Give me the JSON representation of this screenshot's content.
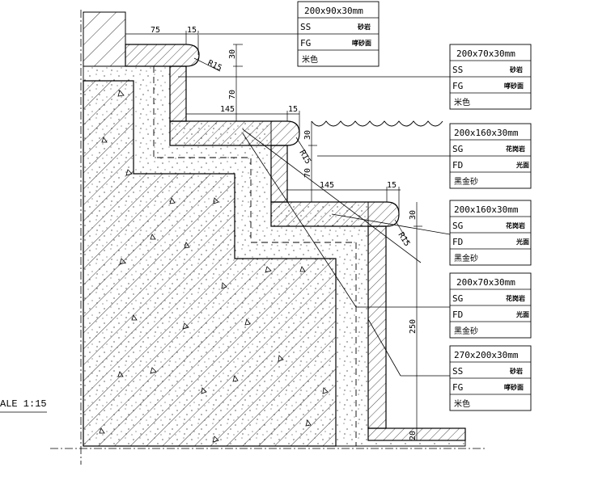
{
  "scale_label": "ALE 1:15",
  "dimensions": {
    "d75": "75",
    "d15_top": "15",
    "d30_top": "30",
    "d70_upper": "70",
    "d145_upper": "145",
    "d15_mid": "15",
    "d30_mid": "30",
    "d70_lower": "70",
    "d145_lower": "145",
    "d15_lower": "15",
    "d30_lower": "30",
    "d250": "250",
    "d20": "20",
    "r15_a": "R15",
    "r15_b": "R15",
    "r15_c": "R15"
  },
  "tags": [
    {
      "size": "200x90x30mm",
      "r1a": "SS",
      "r1b": "砂岩",
      "r2a": "FG",
      "r2b": "哮砂面",
      "r3": "米色"
    },
    {
      "size": "200x70x30mm",
      "r1a": "SS",
      "r1b": "砂岩",
      "r2a": "FG",
      "r2b": "哮砂面",
      "r3": "米色"
    },
    {
      "size": "200x160x30mm",
      "r1a": "SG",
      "r1b": "花岗岩",
      "r2a": "FD",
      "r2b": "光面",
      "r3": "黑金砂"
    },
    {
      "size": "200x160x30mm",
      "r1a": "SG",
      "r1b": "花岗岩",
      "r2a": "FD",
      "r2b": "光面",
      "r3": "黑金砂"
    },
    {
      "size": "200x70x30mm",
      "r1a": "SG",
      "r1b": "花岗岩",
      "r2a": "FD",
      "r2b": "光面",
      "r3": "黑金砂"
    },
    {
      "size": "270x200x30mm",
      "r1a": "SS",
      "r1b": "砂岩",
      "r2a": "FG",
      "r2b": "哮砂面",
      "r3": "米色"
    }
  ]
}
